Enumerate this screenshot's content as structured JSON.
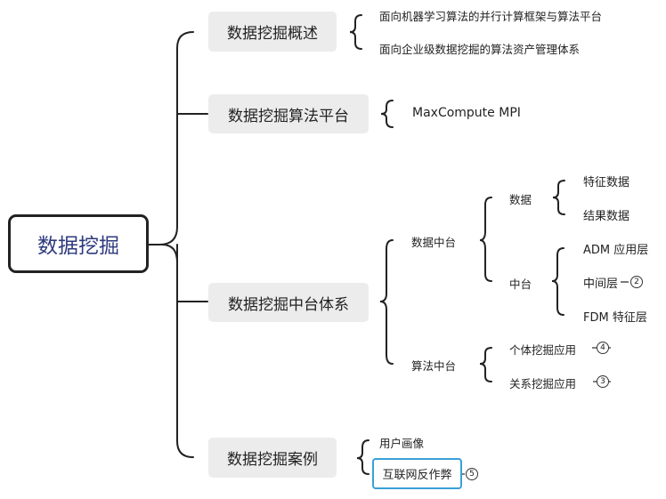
{
  "root": {
    "label": "数据挖掘"
  },
  "branches": {
    "overview": {
      "label": "数据挖掘概述",
      "items": [
        "面向机器学习算法的并行计算框架与算法平台",
        "面向企业级数据挖掘的算法资产管理体系"
      ]
    },
    "platform": {
      "label": "数据挖掘算法平台",
      "items": [
        "MaxCompute MPI"
      ]
    },
    "middle": {
      "label": "数据挖掘中台体系",
      "data_mid": {
        "label": "数据中台",
        "data": {
          "label": "数据",
          "items": [
            "特征数据",
            "结果数据"
          ]
        },
        "mid": {
          "label": "中台",
          "items": [
            "ADM 应用层",
            "中间层",
            "FDM 特征层"
          ],
          "badge": "2"
        }
      },
      "algo_mid": {
        "label": "算法中台",
        "items": [
          {
            "label": "个体挖掘应用",
            "badge": "4"
          },
          {
            "label": "关系挖掘应用",
            "badge": "3"
          }
        ]
      }
    },
    "cases": {
      "label": "数据挖掘案例",
      "items": [
        {
          "label": "用户画像"
        },
        {
          "label": "互联网反作弊",
          "badge": "5"
        }
      ]
    }
  }
}
